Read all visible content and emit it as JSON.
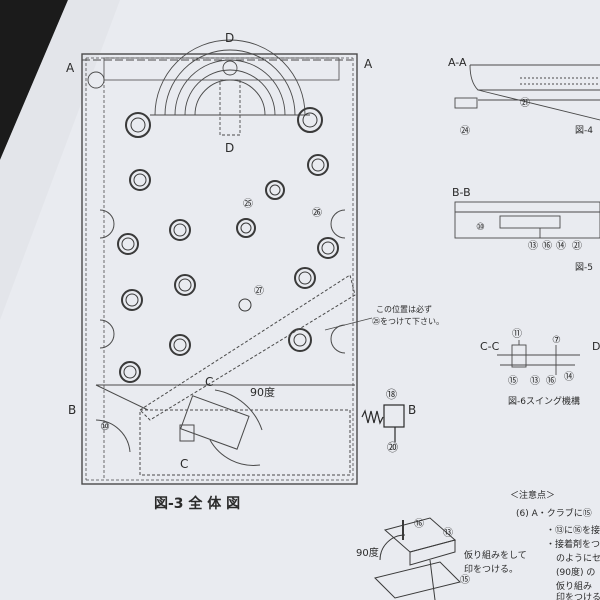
{
  "section_labels": {
    "a_left": "A",
    "a_right": "A",
    "d_top": "D",
    "d_mid": "D",
    "b_left": "B",
    "b_right": "B",
    "c_upper": "C",
    "c_lower": "C"
  },
  "angle_label": "90度",
  "caption_main": "図-3 全 体 図",
  "note_position": [
    "この位置は必ず",
    "㉕をつけて下さい。"
  ],
  "part_numbers": {
    "p10": "⑩",
    "p18": "⑱",
    "p20": "⑳",
    "p25": "㉕",
    "p26": "㉖",
    "p27": "㉗"
  },
  "views": {
    "aa_title": "A-A",
    "aa_parts": [
      "㉔",
      "㉑"
    ],
    "aa_caption": "図-4",
    "bb_title": "B-B",
    "bb_parts": [
      "⑩",
      "⑬",
      "⑯",
      "⑭",
      "㉑"
    ],
    "bb_caption": "図-5",
    "cc_title": "C-C",
    "cc_d": "D",
    "cc_parts": [
      "⑪",
      "⑦",
      "⑮",
      "⑬",
      "⑯",
      "⑭"
    ],
    "cc_caption": "図-6スイング機構"
  },
  "notes": {
    "heading": "＜注意点＞",
    "lines": [
      "(6) A・クラブに⑮",
      "・⑬に⑯を接",
      "・接着剤をつ",
      "のようにセ",
      "(90度) の",
      "仮り組み",
      "印をつける"
    ]
  },
  "assembly": {
    "parts": [
      "⑯",
      "⑬",
      "⑮"
    ],
    "angle": "90度",
    "instruction": [
      "仮り組みをして",
      "印をつける。"
    ]
  }
}
